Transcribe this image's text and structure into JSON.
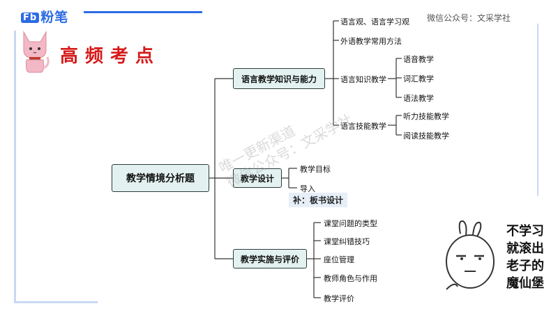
{
  "header": {
    "logo_text": "粉笔",
    "wechat_label": "微信公众号：文采学社"
  },
  "title": "高频考点",
  "mindmap": {
    "root": "教学情境分析题",
    "branch1": {
      "label": "语言教学知识与能力",
      "items": [
        "语言观、语言学习观",
        "外语教学常用方法",
        "语言知识教学",
        "语言技能教学"
      ],
      "knowledge_sub": [
        "语音教学",
        "词汇教学",
        "语法教学"
      ],
      "skills_sub": [
        "听力技能教学",
        "阅读技能教学"
      ]
    },
    "branch2": {
      "label": "教学设计",
      "items": [
        "教学目标",
        "导入"
      ],
      "supplement": "补：板书设计"
    },
    "branch3": {
      "label": "教学实施与评价",
      "items": [
        "课堂问题的类型",
        "课堂纠错技巧",
        "座位管理",
        "教师角色与作用",
        "教学评价"
      ]
    }
  },
  "watermark_diagonal": [
    "唯一更新渠道",
    "微信公众号：文采学社"
  ],
  "meme": {
    "lines": [
      "不学习",
      "就滚出",
      "老子的",
      "魔仙堡"
    ]
  },
  "colors": {
    "brand": "#2d6be4",
    "title_red": "#d61a1a",
    "node_fill": "#e3f2f0"
  }
}
